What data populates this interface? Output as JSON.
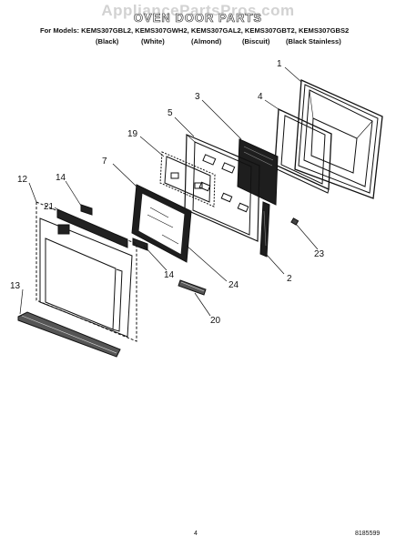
{
  "watermark": "AppliancePartsPros.com",
  "title": "OVEN DOOR PARTS",
  "models_line": "For Models: KEMS307GBL2, KEMS307GWH2, KEMS307GAL2, KEMS307GBT2, KEMS307GBS2",
  "colors": [
    "(Black)",
    "(White)",
    "(Almond)",
    "(Biscuit)",
    "(Black Stainless)"
  ],
  "callouts": {
    "c1": "1",
    "c2": "2",
    "c3": "3",
    "c4": "4",
    "c5": "5",
    "c7": "7",
    "c12": "12",
    "c13": "13",
    "c14a": "14",
    "c14b": "14",
    "c19": "19",
    "c20": "20",
    "c21": "21",
    "c23": "23",
    "c24": "24"
  },
  "footer": {
    "page": "4",
    "doc_number": "8185599"
  }
}
